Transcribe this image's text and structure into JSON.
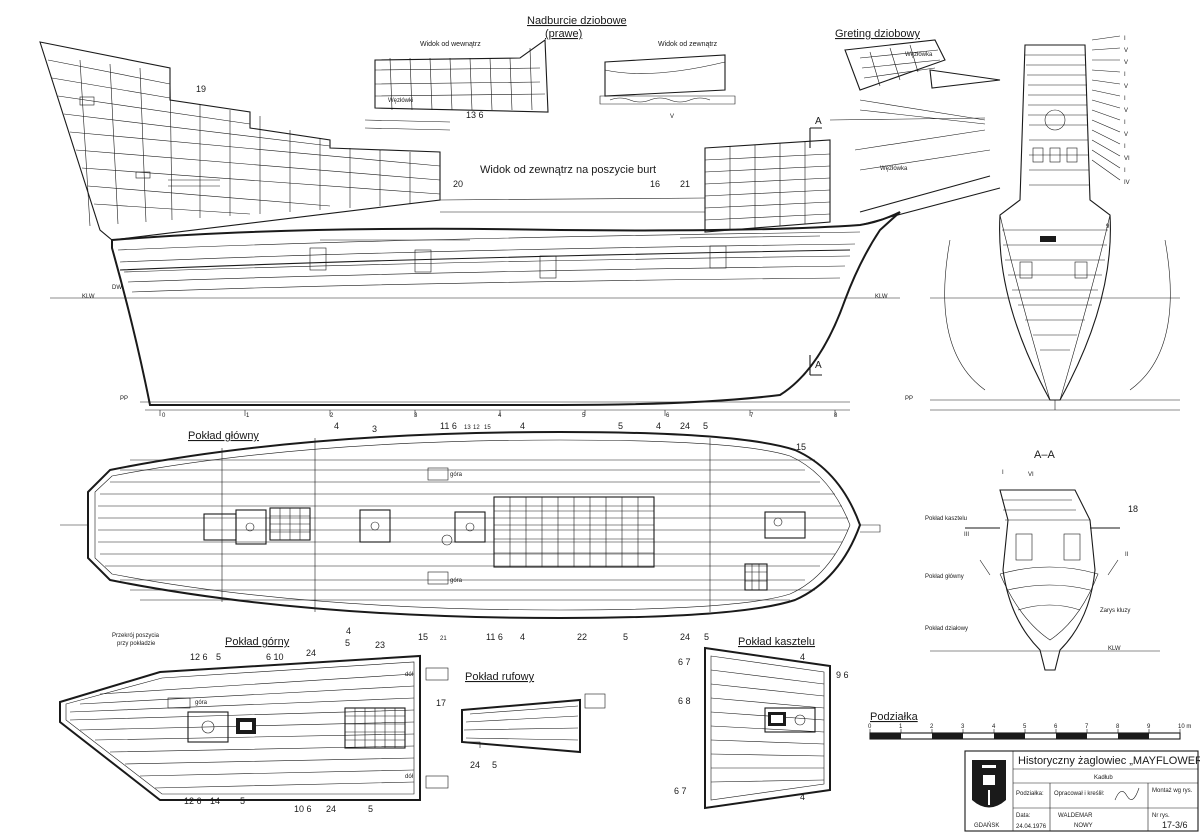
{
  "labels": {
    "nadburcie": "Nadburcie dziobowe",
    "prawe": "(prawe)",
    "widok_wew": "Widok od wewnątrz",
    "widok_zew": "Widok od zewnątrz",
    "greting": "Greting dziobowy",
    "wezlowka_1": "Węzłówka",
    "wezlowki": "Węzłówki",
    "wezlowka_2": "Węzłówka",
    "widok_burt": "Widok od zewnątrz na poszycie burt",
    "klw": "KLW",
    "klw_right": "KLW",
    "klw_aa": "KLW",
    "pp": "PP",
    "pp_right": "PP",
    "dw": "DW",
    "section_a_top": "A",
    "section_a_bottom": "A",
    "main_deck": "Pokład główny",
    "upper_deck": "Pokład górny",
    "poop_deck": "Pokład rufowy",
    "forecastle_deck": "Pokład kasztelu",
    "aa": "A–A",
    "przekroj_1": "Przekrój poszycia",
    "przekroj_2": "przy pokładzie",
    "aa_kasztel": "Pokład kasztelu",
    "aa_glowny": "Pokład główny",
    "aa_dzialowy": "Pokład działowy",
    "zarys_kluzy": "Zarys kluzy",
    "podzialka": "Podziałka",
    "gora_1": "góra",
    "gora_2": "góra",
    "gora_3": "góra",
    "dol_1": "dół",
    "dol_2": "dół"
  },
  "title_block": {
    "title": "Historyczny żaglowiec „MAYFLOWER”",
    "subtitle": "Kadłub",
    "podzialka": "Podziałka:",
    "opracowal": "Opracował i kreślił:",
    "author_1": "WALDEMAR",
    "author_2": "NOWY",
    "data_label": "Data:",
    "data": "24.04.1976",
    "montaz": "Montaż wg rys.",
    "nr_label": "Nr rys.",
    "nr": "17-3/6",
    "city": "GDAŃSK"
  },
  "frame_numbers": [
    "0",
    "1",
    "2",
    "3",
    "4",
    "5",
    "6",
    "7",
    "8"
  ],
  "scale_numbers": [
    "0",
    "1",
    "2",
    "3",
    "4",
    "5",
    "6",
    "7",
    "8",
    "9",
    "10 m"
  ],
  "bow_roman": [
    "I",
    "V",
    "V",
    "I",
    "V",
    "I",
    "V",
    "I",
    "V",
    "I",
    "VI",
    "I",
    "IV"
  ],
  "callouts": {
    "c19": "19",
    "c20": "20",
    "c16": "16",
    "c21": "21",
    "c13_6": "13 6",
    "c5_v": "V",
    "c9": "9",
    "c18": "18",
    "c8": "8",
    "c10": "10",
    "c3": "3",
    "c4a": "4",
    "c11_6": "11 6",
    "c13": "13",
    "c12": "12",
    "c15a": "15",
    "c4b": "4",
    "c5a": "5",
    "c4c": "4",
    "c24a": "24",
    "c5b": "5",
    "c15b": "15",
    "c22": "22",
    "c5c": "5",
    "c24b": "24",
    "c5d": "5",
    "c4d": "4",
    "c15c": "15",
    "c11_6b": "11 6",
    "c4e": "4",
    "c21b": "21",
    "c12_6a": "12 6",
    "c5e": "5",
    "c6_10": "6 10",
    "c24c": "24",
    "c5f": "5",
    "c23": "23",
    "c17": "17",
    "c12_6b": "12 6",
    "c14": "14",
    "c5g": "5",
    "c10_6": "10 6",
    "c24d": "24",
    "c5h": "5",
    "c24e": "24",
    "c5i": "5",
    "c6_7a": "6 7",
    "c4f": "4",
    "c9_6": "9 6",
    "c6_8": "6 8",
    "c6_7b": "6 7",
    "c4g": "4",
    "c_aa_i": "I",
    "c_aa_vi": "VI",
    "c_aa_ii": "II",
    "c_aa_iii": "III"
  }
}
